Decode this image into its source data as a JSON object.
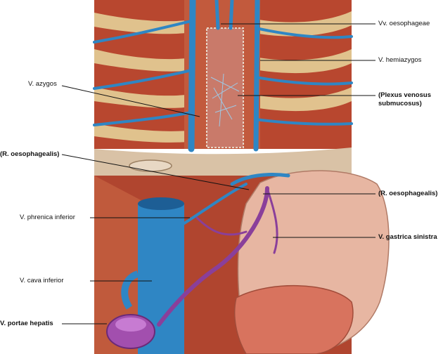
{
  "labels": {
    "vv_oesophageae": "Vv. oesophageae",
    "v_hemiazygos": "V. hemiazygos",
    "v_azygos": "V. azygos",
    "plexus_line1": "(Plexus venosus",
    "plexus_line2": "submucosus)",
    "r_oesophagealis_left": "(R. oesophagealis)",
    "r_oesophagealis_right": "(R. oesophagealis)",
    "v_phrenica_inferior": "V. phrenica inferior",
    "v_gastrica_sinistra": "V. gastrica sinistra",
    "v_cava_inferior": "V. cava inferior",
    "v_portae_hepatis": "V. portae hepatis"
  },
  "colors": {
    "muscle": "#b5452e",
    "muscle_dark": "#8a2c1c",
    "rib": "#e4cc98",
    "vein": "#2f86c4",
    "vein_dark": "#1d5e95",
    "portal": "#8a3f9a",
    "stomach": "#e9b9a8",
    "diaphragm": "#cfb8a0",
    "leader": "#111111"
  }
}
